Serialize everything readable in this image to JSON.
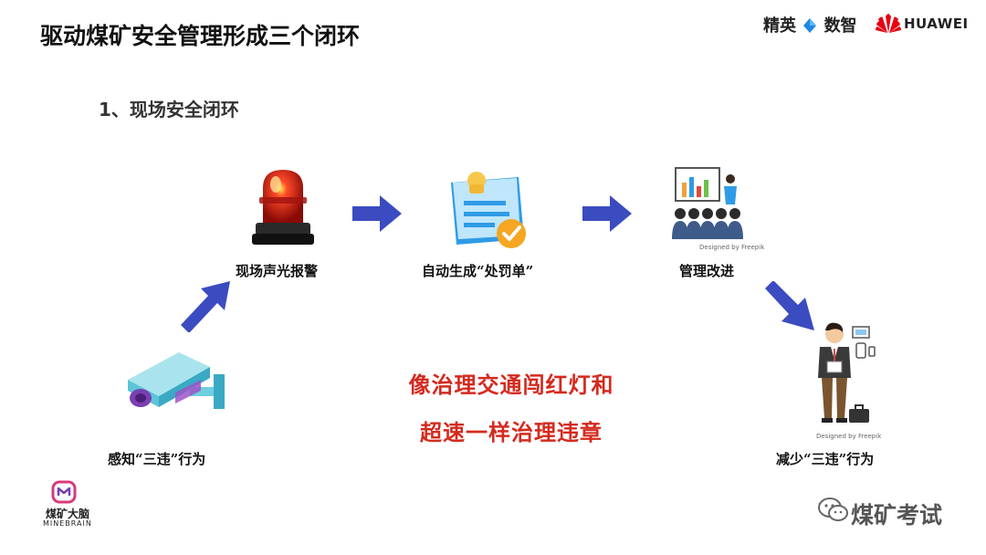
{
  "header": {
    "title": "驱动煤矿安全管理形成三个闭环",
    "subtitle": "1、现场安全闭环"
  },
  "brands": {
    "jingying_a": "精英",
    "jingying_b": "数智",
    "huawei": "HUAWEI"
  },
  "flow": {
    "step1": "感知“三违”行为",
    "step2": "现场声光报警",
    "step3": "自动生成“处罚单”",
    "step4": "管理改进",
    "step5": "减少“三违”行为"
  },
  "center": {
    "line1": "像治理交通闯红灯和",
    "line2": "超速一样治理违章"
  },
  "footer": {
    "minebrain_cn": "煤矿大脑",
    "minebrain_en": "MINEBRAIN",
    "wechat": "煤矿考试"
  },
  "illustration_credits": {
    "meeting": "Designed by Freepik",
    "worker": "Designed by Freepik"
  },
  "colors": {
    "arrow": "#3b4cc0",
    "highlight": "#d42a1e",
    "huawei_red": "#e60012",
    "camera": "#6fcfe0",
    "camera_lens": "#7a3fb0"
  },
  "icons": {
    "alarm": "alarm-light-icon",
    "ticket": "penalty-ticket-icon",
    "meeting": "meeting-presentation-icon",
    "worker": "office-worker-icon",
    "camera": "security-camera-icon"
  }
}
